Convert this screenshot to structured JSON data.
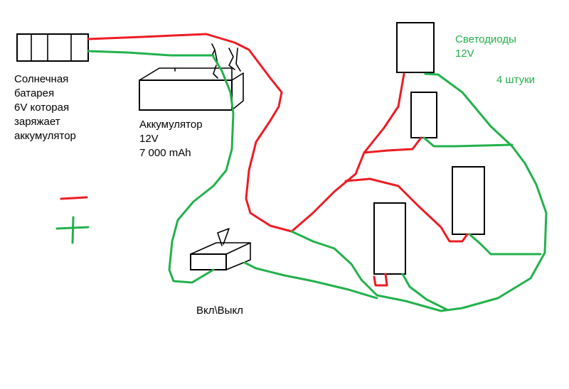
{
  "labels": {
    "solar_panel": "Солнечная\nбатарея\n6V которая\nзаряжает\nаккумулятор",
    "battery": "Аккумулятор\n12V\n7 000 mAh",
    "switch": "Вкл\\Выкл",
    "leds": "Светодиоды\n12V",
    "led_count": "4 штуки"
  },
  "legend": {
    "negative_symbol": "–",
    "positive_symbol": "+"
  },
  "colors": {
    "negative_wire": "#ed1c24",
    "positive_wire": "#22b14c",
    "outline": "#000000",
    "background": "#ffffff"
  }
}
